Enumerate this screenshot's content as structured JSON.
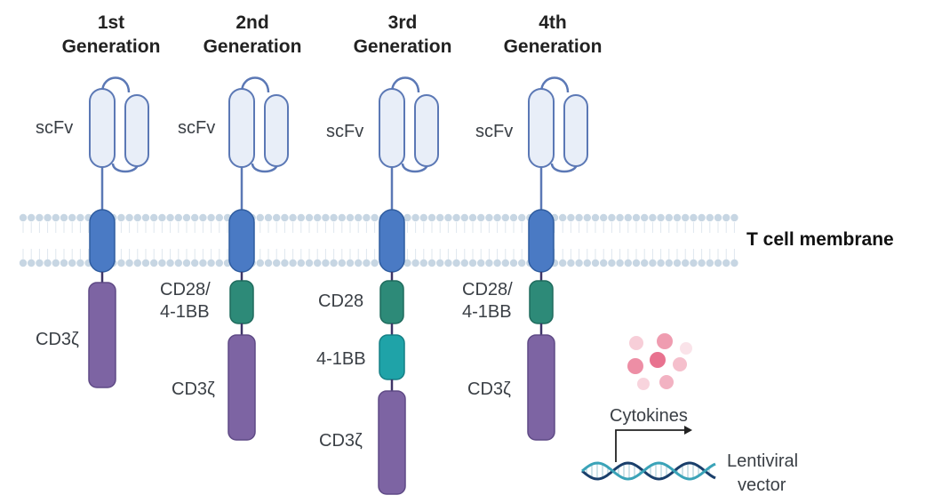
{
  "membrane_label": "T cell membrane",
  "generations": [
    {
      "title_line1": "1st",
      "title_line2": "Generation",
      "scfv": "scFv",
      "domains": [],
      "cd3z": "CD3ζ"
    },
    {
      "title_line1": "2nd",
      "title_line2": "Generation",
      "scfv": "scFv",
      "domains": [
        "CD28/",
        "4-1BB"
      ],
      "cd3z": "CD3ζ"
    },
    {
      "title_line1": "3rd",
      "title_line2": "Generation",
      "scfv": "scFv",
      "domains": [
        "CD28",
        "4-1BB"
      ],
      "cd3z": "CD3ζ"
    },
    {
      "title_line1": "4th",
      "title_line2": "Generation",
      "scfv": "scFv",
      "domains": [
        "CD28/",
        "4-1BB"
      ],
      "cd3z": "CD3ζ"
    }
  ],
  "cytokines_label": "Cytokines",
  "vector_label_line1": "Lentiviral",
  "vector_label_line2": "vector",
  "colors": {
    "scfv_fill": "#e8eef8",
    "scfv_stroke": "#5b78b5",
    "transmembrane": "#4a7ac4",
    "costim_green": "#2d8a78",
    "costim_teal": "#1fa3a8",
    "cd3z": "#7d64a3",
    "membrane_dot": "#c7d6e3",
    "cytokine_pink": "#e8728f",
    "dna_dark": "#1a3f6b",
    "dna_light": "#3aa3b8"
  }
}
